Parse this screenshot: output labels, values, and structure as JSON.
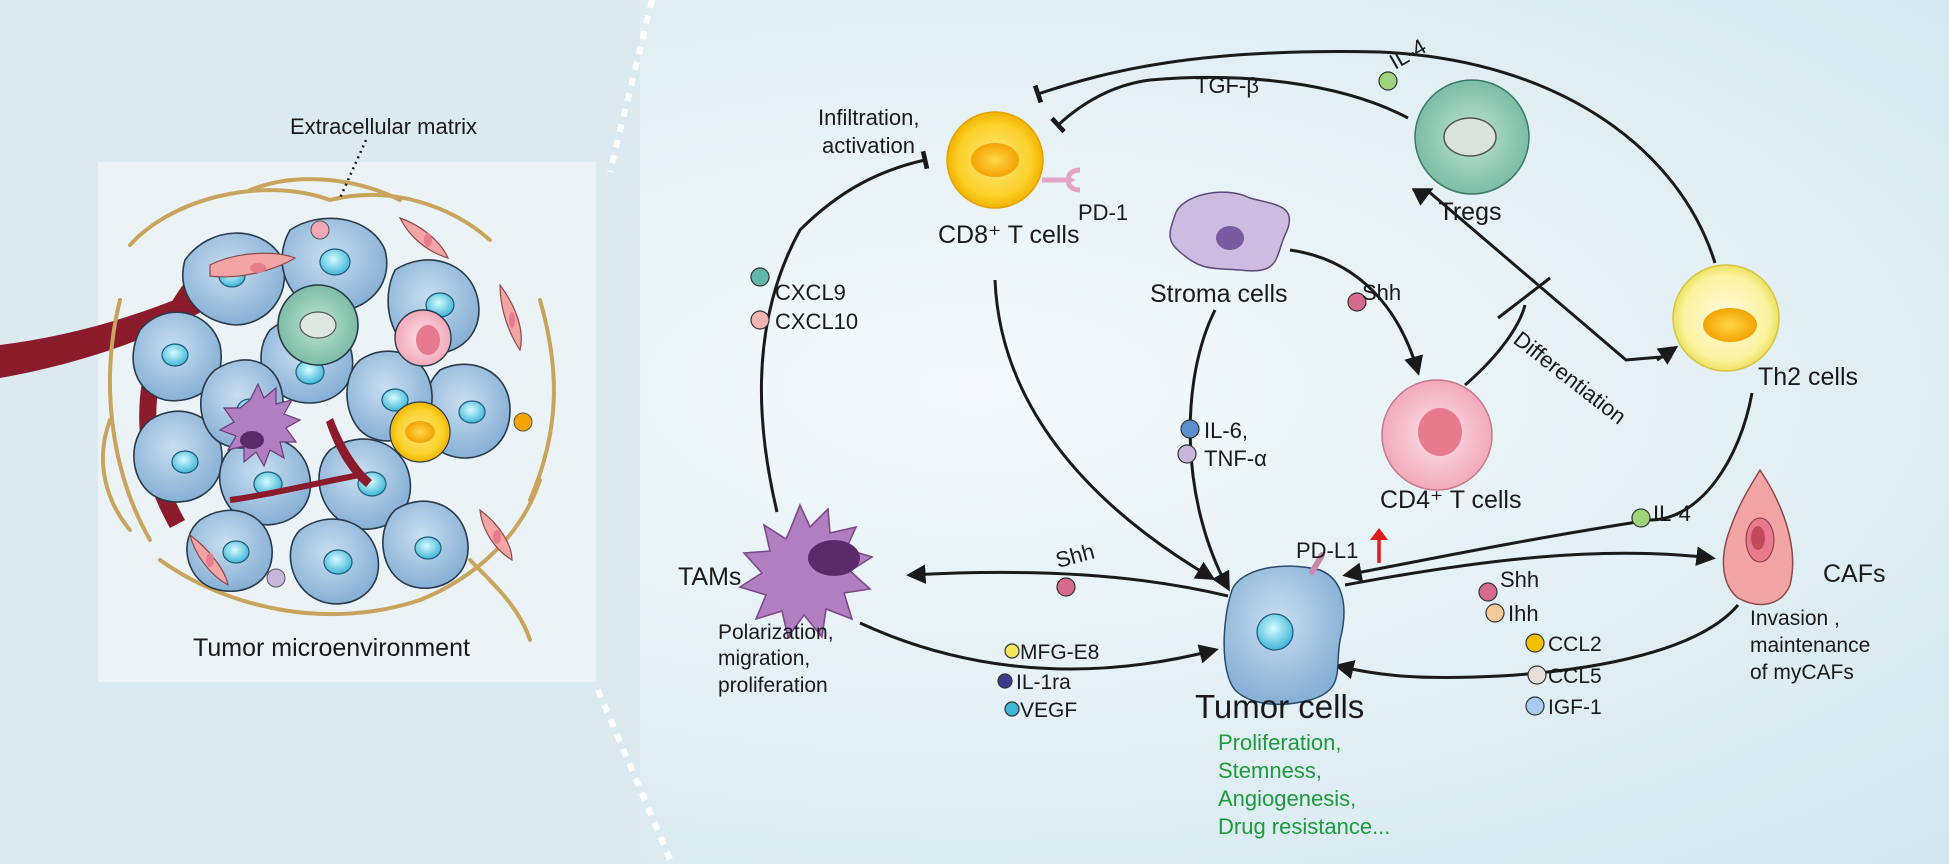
{
  "left_panel": {
    "ecm_label": "Extracellular matrix",
    "tme_label": "Tumor microenvironment"
  },
  "cells": {
    "cd8": "CD8⁺ T cells",
    "tregs": "Tregs",
    "stroma": "Stroma cells",
    "th2": "Th2 cells",
    "cd4": "CD4⁺ T cells",
    "tams": "TAMs",
    "tumor": "Tumor cells",
    "cafs": "CAFs"
  },
  "receptors": {
    "pd1": "PD-1",
    "pdl1": "PD-L1"
  },
  "processes": {
    "infiltration_1": "Infiltration,",
    "infiltration_2": "activation",
    "differentiation": "Differentiation",
    "tam_effect": [
      "Polarization,",
      "migration,",
      "proliferation"
    ],
    "caf_effect": [
      "Invasion ,",
      "maintenance",
      "of myCAFs"
    ],
    "tumor_effect": [
      "Proliferation,",
      "Stemness,",
      "Angiogenesis,",
      "Drug resistance..."
    ]
  },
  "signals": {
    "il4_top": "IL-4",
    "tgfb": "TGF-β",
    "cxcl9": "CXCL9",
    "cxcl10": "CXCL10",
    "shh_stroma": "Shh",
    "il6": "IL-6,",
    "tnfa": "TNF-α",
    "il4_th2": "IL-4",
    "shh_tam": "Shh",
    "shh_caf": "Shh",
    "ihh": "Ihh",
    "mfge8": "MFG-E8",
    "il1ra": "IL-1ra",
    "vegf": "VEGF",
    "ccl2": "CCL2",
    "ccl5": "CCL5",
    "igf1": "IGF-1"
  },
  "colors": {
    "background": "#e3f0f6",
    "tumor_cell": "#a9cbe6",
    "cd8": "#f6b800",
    "treg": "#8ec8b4",
    "th2": "#f3e55c",
    "cd4": "#f0a8b8",
    "tam": "#b27ec2",
    "caf": "#f3a5a5",
    "stroma": "#c8b6dc",
    "vessel": "#8b1a2b",
    "ecm": "#c9a45c",
    "arrow": "#1a1a1a",
    "upregulation": "#e01b1b",
    "effect_text": "#1e9a3c"
  }
}
